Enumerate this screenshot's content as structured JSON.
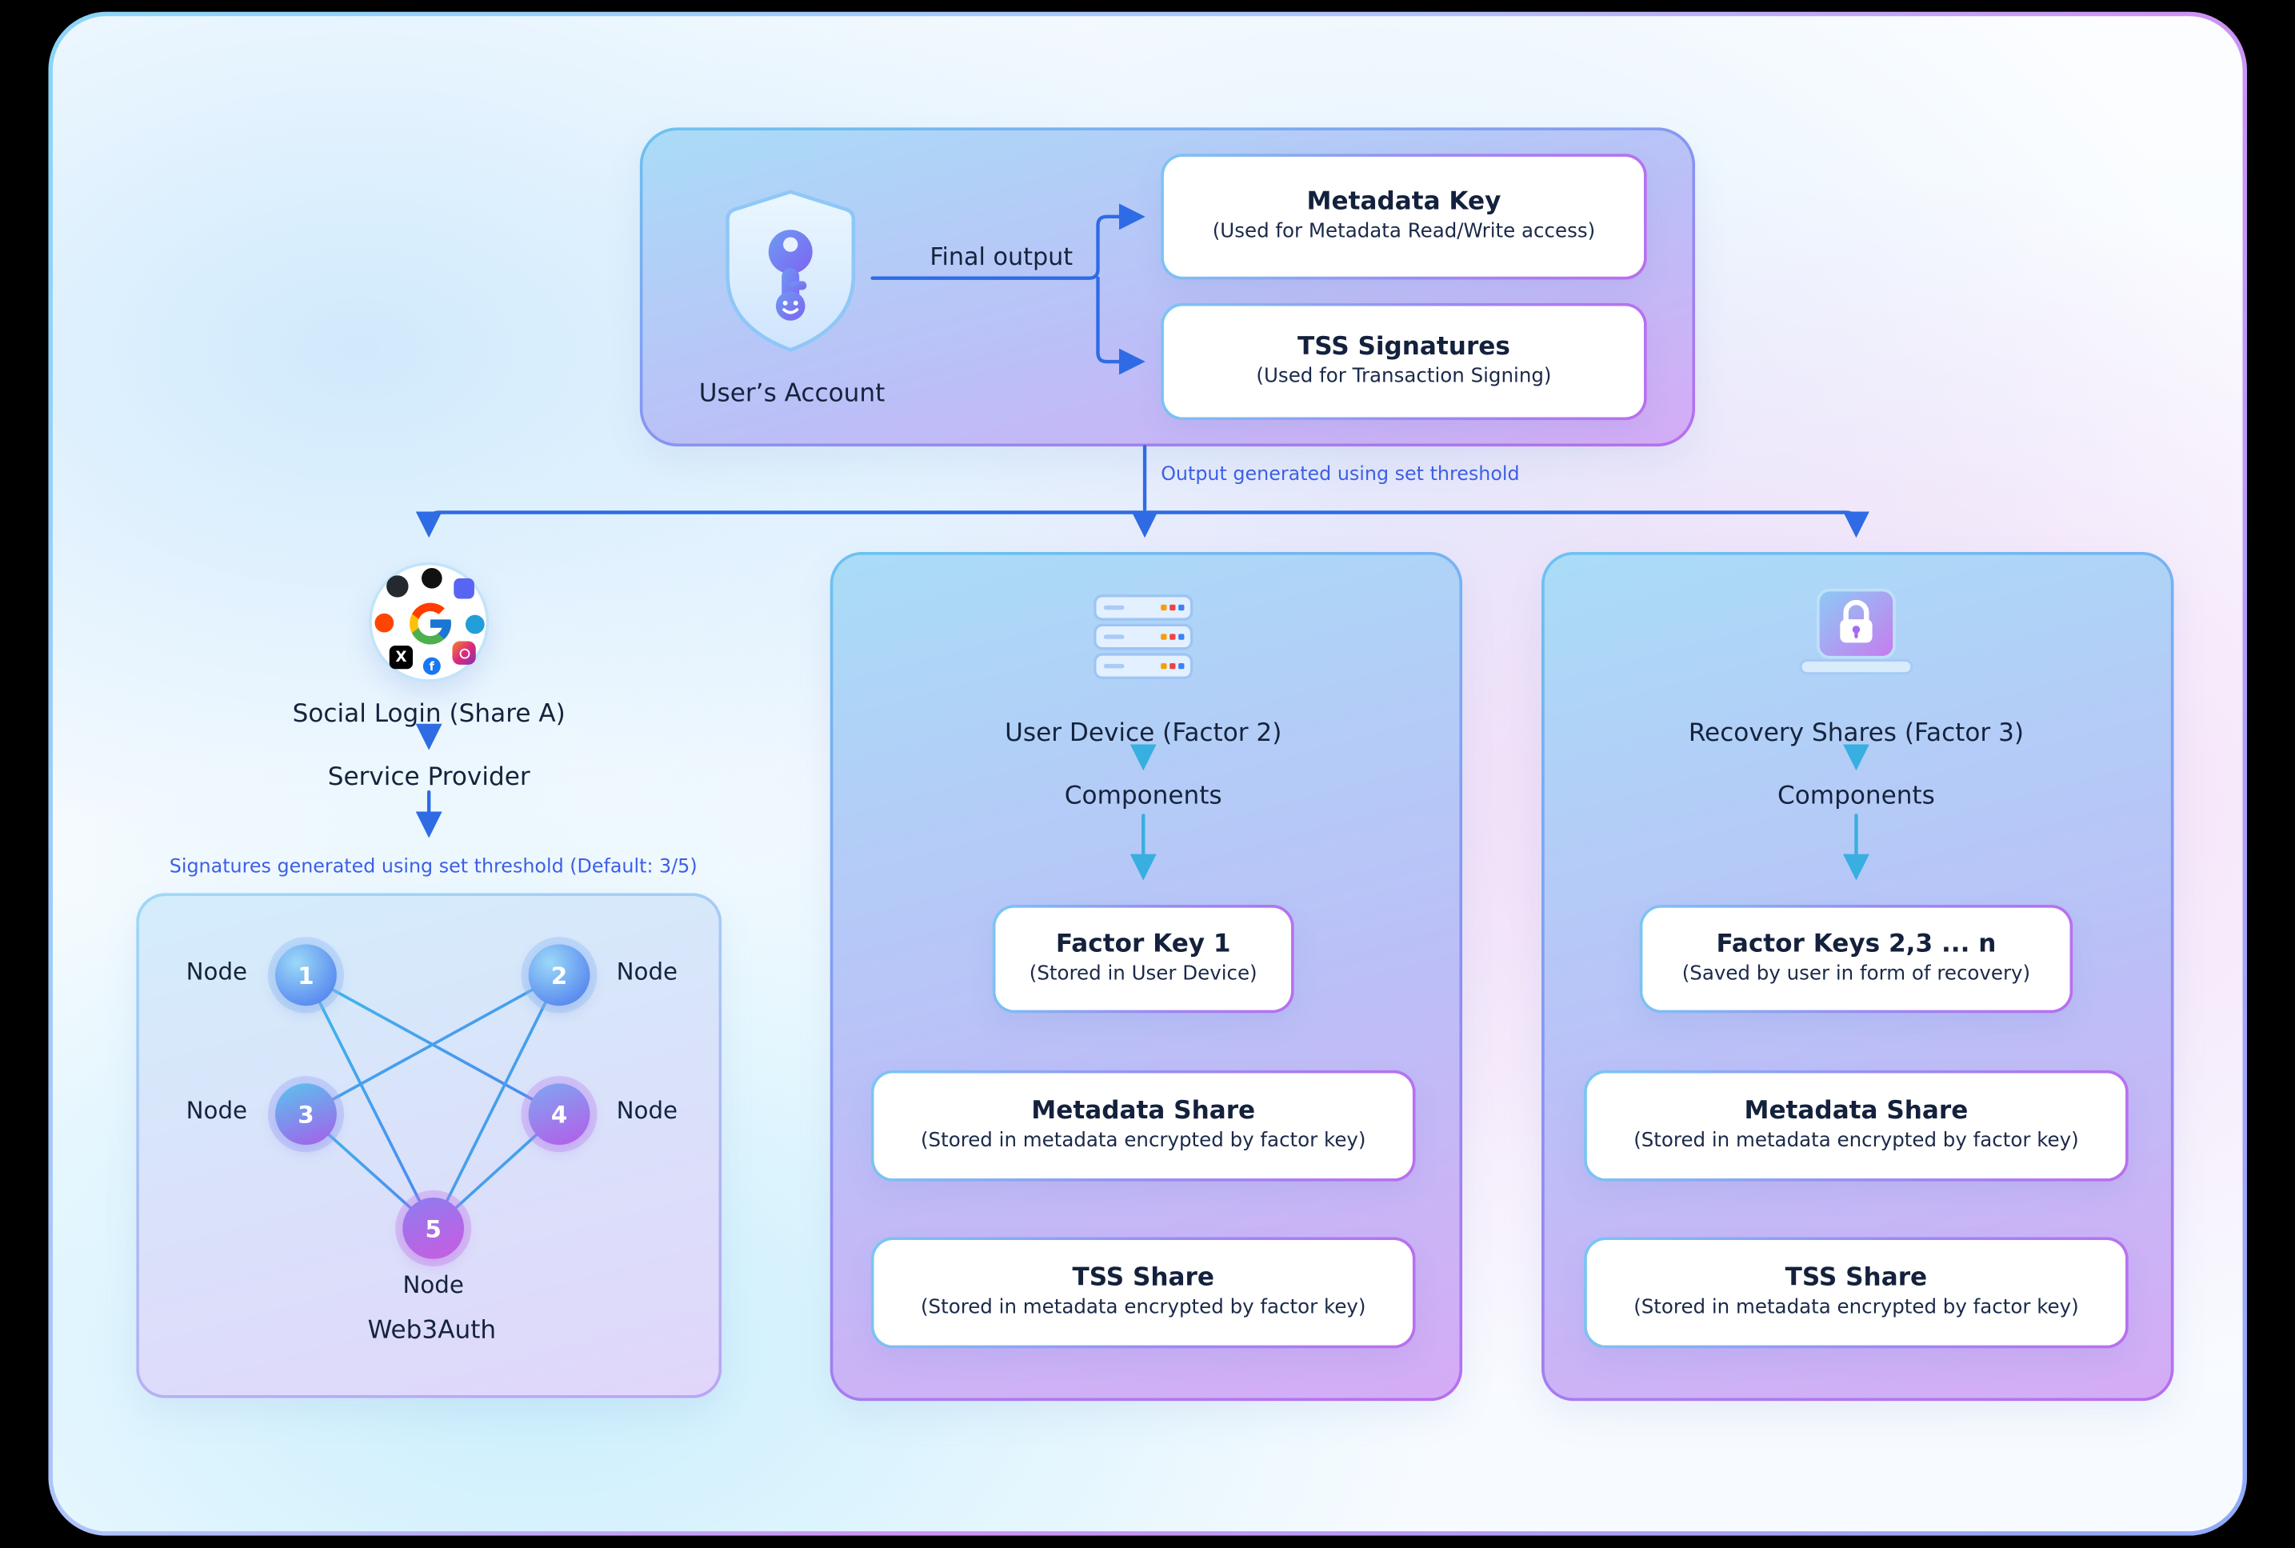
{
  "colors": {
    "arrow_blue": "#2F6BE4",
    "arrow_cyan": "#39AEE0",
    "label_blue": "#3D5FE6",
    "text_dark": "#15233C",
    "border_cyan": "#6CC3F2",
    "border_purple": "#B76FEF"
  },
  "icons": {
    "account": "shield-key-icon",
    "social": "social-login-icons",
    "device": "server-stack-icon",
    "recovery": "laptop-lock-icon"
  },
  "account": {
    "label": "User’s Account",
    "final_output_label": "Final output",
    "outputs": [
      {
        "title": "Metadata Key",
        "subtitle": "(Used for Metadata Read/Write access)"
      },
      {
        "title": "TSS Signatures",
        "subtitle": "(Used for Transaction Signing)"
      }
    ]
  },
  "flow": {
    "output_threshold_label": "Output generated using set threshold"
  },
  "social": {
    "title": "Social Login (Share A)",
    "provider_label": "Service Provider",
    "threshold_label": "Signatures generated using set threshold (Default: 3/5)",
    "network": {
      "caption": "Web3Auth",
      "nodes": [
        {
          "number": "1",
          "label": "Node"
        },
        {
          "number": "2",
          "label": "Node"
        },
        {
          "number": "3",
          "label": "Node"
        },
        {
          "number": "4",
          "label": "Node"
        },
        {
          "number": "5",
          "label": "Node"
        }
      ]
    }
  },
  "device": {
    "title": "User Device (Factor 2)",
    "components_label": "Components",
    "cards": [
      {
        "title": "Factor Key 1",
        "subtitle": "(Stored in User Device)"
      },
      {
        "title": "Metadata Share",
        "subtitle": "(Stored in metadata encrypted by factor key)"
      },
      {
        "title": "TSS Share",
        "subtitle": "(Stored in metadata encrypted by factor key)"
      }
    ]
  },
  "recovery": {
    "title": "Recovery Shares (Factor 3)",
    "components_label": "Components",
    "cards": [
      {
        "title": "Factor Keys 2,3 ... n",
        "subtitle": "(Saved by user in form of recovery)"
      },
      {
        "title": "Metadata Share",
        "subtitle": "(Stored in metadata encrypted by factor key)"
      },
      {
        "title": "TSS Share",
        "subtitle": "(Stored in metadata encrypted by factor key)"
      }
    ]
  }
}
